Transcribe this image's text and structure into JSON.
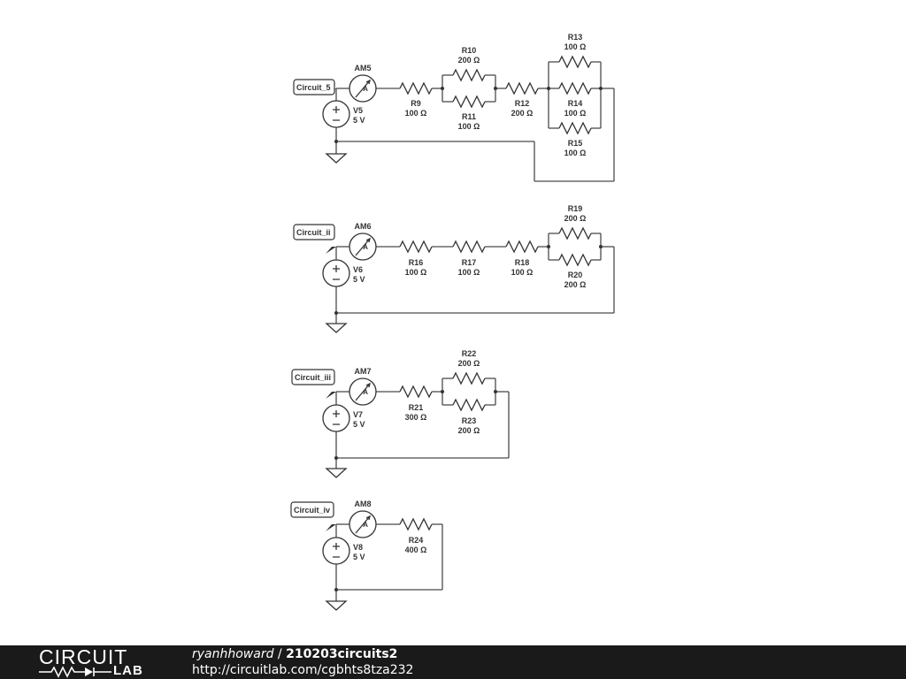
{
  "circuits": [
    {
      "tag": "Circuit_5",
      "ammeter": "AM5",
      "source": {
        "name": "V5",
        "value": "5 V"
      },
      "resistors": [
        {
          "name": "R9",
          "value": "100 Ω"
        },
        {
          "name": "R10",
          "value": "200 Ω"
        },
        {
          "name": "R11",
          "value": "100 Ω"
        },
        {
          "name": "R12",
          "value": "200 Ω"
        },
        {
          "name": "R13",
          "value": "100 Ω"
        },
        {
          "name": "R14",
          "value": "100 Ω"
        },
        {
          "name": "R15",
          "value": "100 Ω"
        }
      ]
    },
    {
      "tag": "Circuit_ii",
      "ammeter": "AM6",
      "source": {
        "name": "V6",
        "value": "5 V"
      },
      "resistors": [
        {
          "name": "R16",
          "value": "100 Ω"
        },
        {
          "name": "R17",
          "value": "100 Ω"
        },
        {
          "name": "R18",
          "value": "100 Ω"
        },
        {
          "name": "R19",
          "value": "200 Ω"
        },
        {
          "name": "R20",
          "value": "200 Ω"
        }
      ]
    },
    {
      "tag": "Circuit_iii",
      "ammeter": "AM7",
      "source": {
        "name": "V7",
        "value": "5 V"
      },
      "resistors": [
        {
          "name": "R21",
          "value": "300 Ω"
        },
        {
          "name": "R22",
          "value": "200 Ω"
        },
        {
          "name": "R23",
          "value": "200 Ω"
        }
      ]
    },
    {
      "tag": "Circuit_iv",
      "ammeter": "AM8",
      "source": {
        "name": "V8",
        "value": "5 V"
      },
      "resistors": [
        {
          "name": "R24",
          "value": "400 Ω"
        }
      ]
    }
  ],
  "footer": {
    "logo_top": "CIRCUIT",
    "logo_bottom": "LAB",
    "user": "ryanhhoward",
    "separator": " / ",
    "title": "210203circuits2",
    "url": "http://circuitlab.com/cgbhts8tza232"
  }
}
